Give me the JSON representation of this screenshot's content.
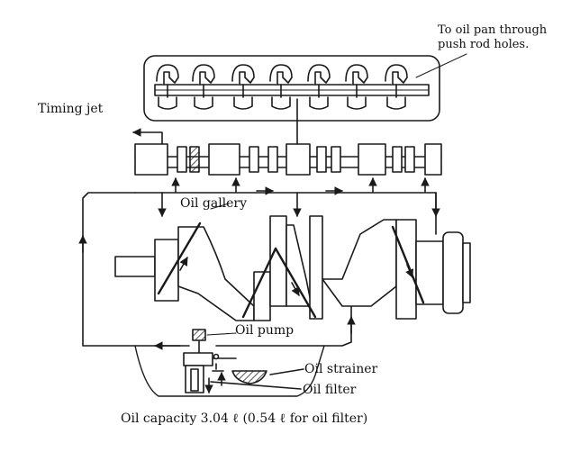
{
  "labels": {
    "oil_pan_line1": "To oil pan through",
    "oil_pan_line2": "push rod holes.",
    "timing_jet": "Timing jet",
    "oil_gallery": "Oil gallery",
    "oil_pump": "Oil pump",
    "oil_strainer": "Oil strainer",
    "oil_filter": "Oil filter",
    "oil_capacity": "Oil capacity 3.04 ℓ (0.54 ℓ for oil filter)"
  },
  "colors": {
    "ink": "#1a1a1a",
    "paper": "#ffffff"
  }
}
